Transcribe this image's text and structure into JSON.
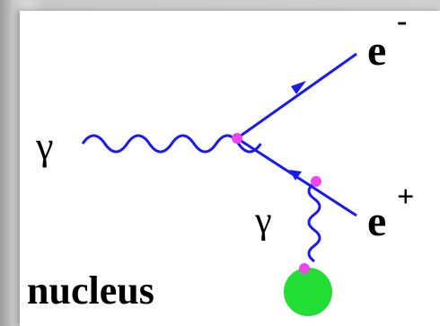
{
  "labels": {
    "photon_in": "γ",
    "photon_virtual": "γ",
    "electron": "e",
    "electron_sign": "-",
    "positron": "e",
    "positron_sign": "+",
    "nucleus": "nucleus"
  },
  "colors": {
    "fermion_line": "#1a1aee",
    "vertex": "#ee44ee",
    "nucleus": "#22dd33",
    "background": "#ffffff"
  }
}
